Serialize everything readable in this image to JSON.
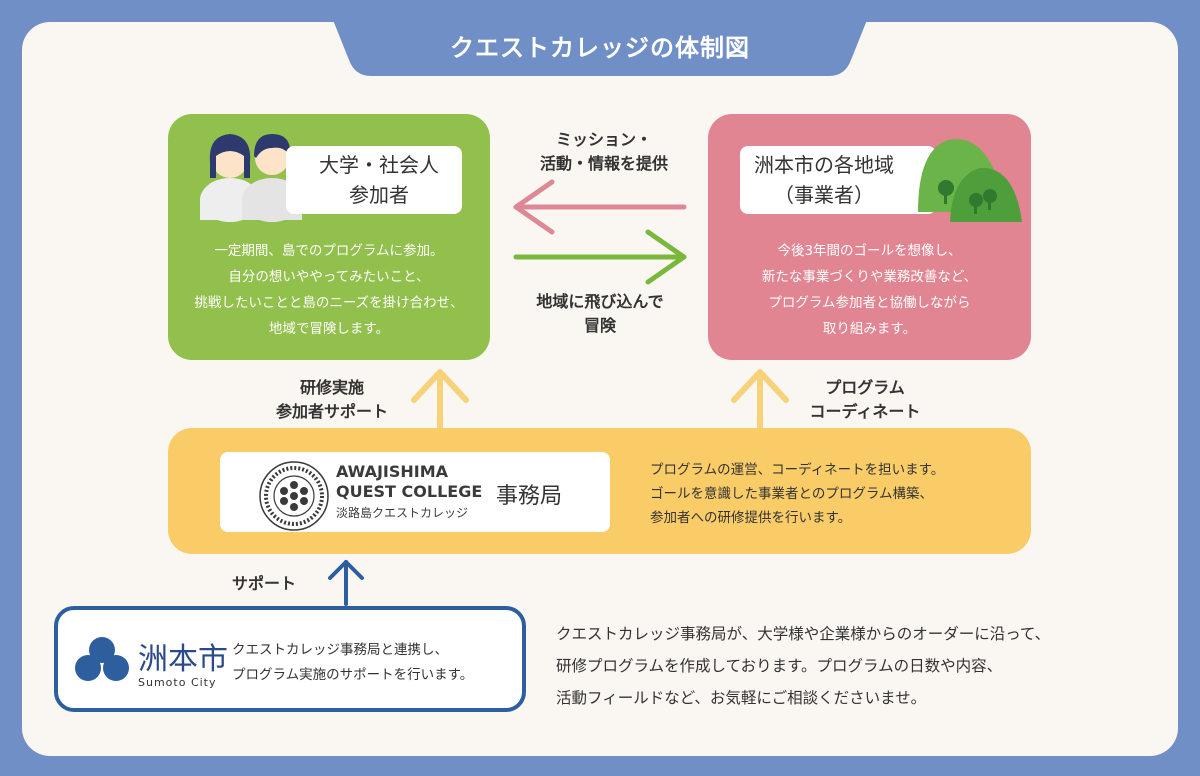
{
  "title": "クエストカレッジの体制図",
  "participants": {
    "label_line1": "大学・社会人",
    "label_line2": "参加者",
    "desc": [
      "一定期間、島でのプログラムに参加。",
      "自分の想いややってみたいこと、",
      "挑戦したいことと島のニーズを掛け合わせ、",
      "地域で冒険します。"
    ]
  },
  "regions": {
    "label_line1": "洲本市の各地域",
    "label_line2": "（事業者）",
    "desc": [
      "今後3年間のゴールを想像し、",
      "新たな事業づくりや業務改善など、",
      "プログラム参加者と協働しながら",
      "取り組みます。"
    ]
  },
  "arrow_top_label": [
    "ミッション・",
    "活動・情報を提供"
  ],
  "arrow_bottom_label": [
    "地域に飛び込んで",
    "冒険"
  ],
  "left_support_label": [
    "研修実施",
    "参加者サポート"
  ],
  "right_support_label": [
    "プログラム",
    "コーディネート"
  ],
  "office": {
    "logo_line1": "AWAJISHIMA",
    "logo_line2": "QUEST COLLEGE",
    "logo_sub": "淡路島クエストカレッジ",
    "title": "事務局",
    "desc": [
      "プログラムの運営、コーディネートを担います。",
      "ゴールを意識した事業者とのプログラム構築、",
      "参加者への研修提供を行います。"
    ]
  },
  "support_label": "サポート",
  "sumoto": {
    "name": "洲本市",
    "roman": "Sumoto City",
    "desc": [
      "クエストカレッジ事務局と連携し、",
      "プログラム実施のサポートを行います。"
    ]
  },
  "footer": [
    "クエストカレッジ事務局が、大学様や企業様からのオーダーに沿って、",
    "研修プログラムを作成しております。プログラムの日数や内容、",
    "活動フィールドなど、お気軽にご相談くださいませ。"
  ],
  "colors": {
    "frame": "#6f8fc6",
    "green": "#92c04d",
    "pink": "#e18592",
    "yellow": "#f9cc68",
    "navy": "#2d5f9e",
    "arrow_green": "#7ab83c",
    "arrow_pink": "#de8896",
    "arrow_yellow": "#f7d27a"
  }
}
